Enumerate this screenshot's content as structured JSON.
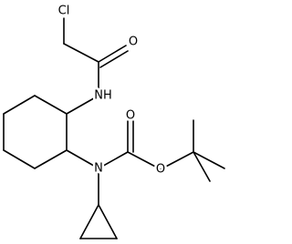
{
  "structure": {
    "atom_labels": {
      "chlorine": "Cl",
      "carbonyl_oxygen_top": "O",
      "amide_nitrogen": "NH",
      "carbamate_nitrogen": "N",
      "carbamate_carbonyl_oxygen": "O",
      "ester_oxygen": "O"
    },
    "colors": {
      "bond": "#000000",
      "label": "#000000",
      "background": "#ffffff"
    }
  }
}
